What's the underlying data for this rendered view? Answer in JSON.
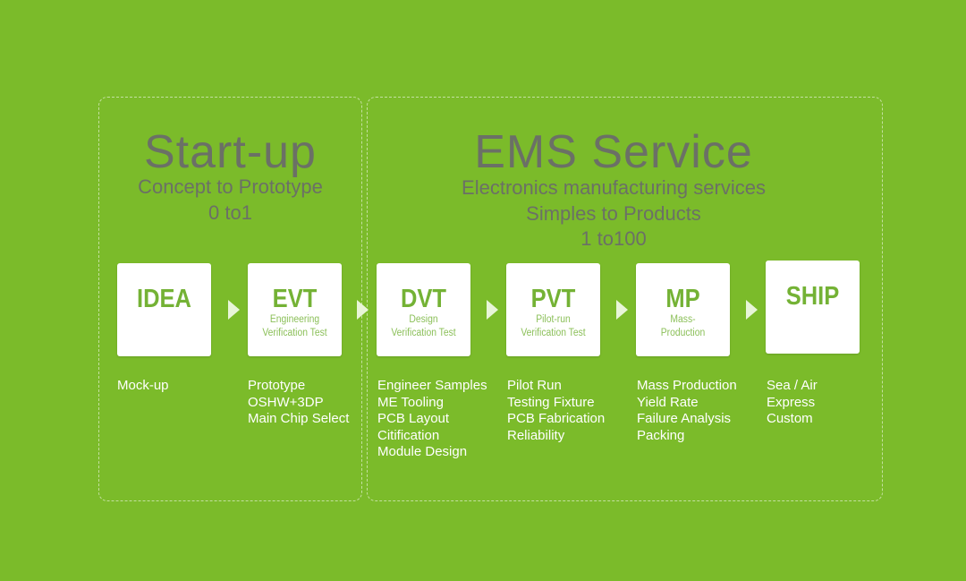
{
  "startup": {
    "title": "Start-up",
    "subtitle": "Concept to Prototype",
    "range": "0 to1"
  },
  "ems": {
    "title": "EMS Service",
    "subtitle": "Electronics manufacturing services",
    "subtitle2": "Simples to Products",
    "range": "1 to100"
  },
  "stages": [
    {
      "code": "IDEA",
      "desc1": "",
      "desc2": "",
      "items": [
        "Mock-up"
      ]
    },
    {
      "code": "EVT",
      "desc1": "Engineering",
      "desc2": "Verification Test",
      "items": [
        "Prototype",
        "OSHW+3DP",
        "Main Chip Select"
      ]
    },
    {
      "code": "DVT",
      "desc1": "Design",
      "desc2": "Verification Test",
      "items": [
        "Engineer Samples",
        "ME Tooling",
        "PCB Layout",
        "Citification",
        "Module Design"
      ]
    },
    {
      "code": "PVT",
      "desc1": "Pilot-run",
      "desc2": "Verification Test",
      "items": [
        "Pilot Run",
        "Testing Fixture",
        "PCB Fabrication",
        "Reliability"
      ]
    },
    {
      "code": "MP",
      "desc1": "Mass-",
      "desc2": "Production",
      "items": [
        "Mass Production",
        "Yield Rate",
        "Failure Analysis",
        "Packing"
      ]
    },
    {
      "code": "SHIP",
      "desc1": "",
      "desc2": "",
      "items": [
        "Sea / Air",
        "Express",
        "Custom"
      ]
    }
  ]
}
